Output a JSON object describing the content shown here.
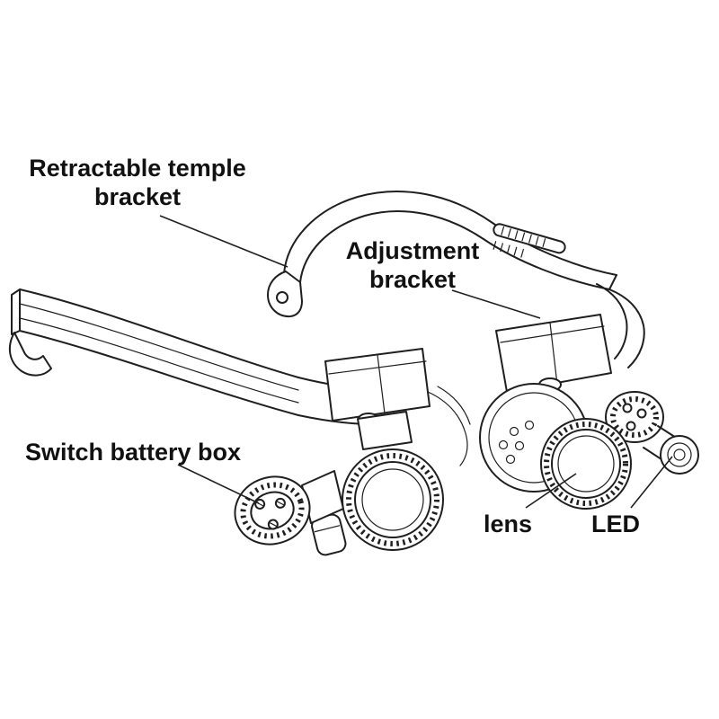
{
  "figure": {
    "background": "#ffffff",
    "line_color": "#1f1f1f",
    "text_color": "#111111"
  },
  "labels": {
    "temple_bracket": {
      "line1": "Retractable temple",
      "line2": "bracket"
    },
    "adjustment_bracket": {
      "line1": "Adjustment",
      "line2": "bracket"
    },
    "battery_box": {
      "text": "Switch battery box"
    },
    "lens": {
      "text": "lens"
    },
    "led": {
      "text": "LED"
    }
  }
}
